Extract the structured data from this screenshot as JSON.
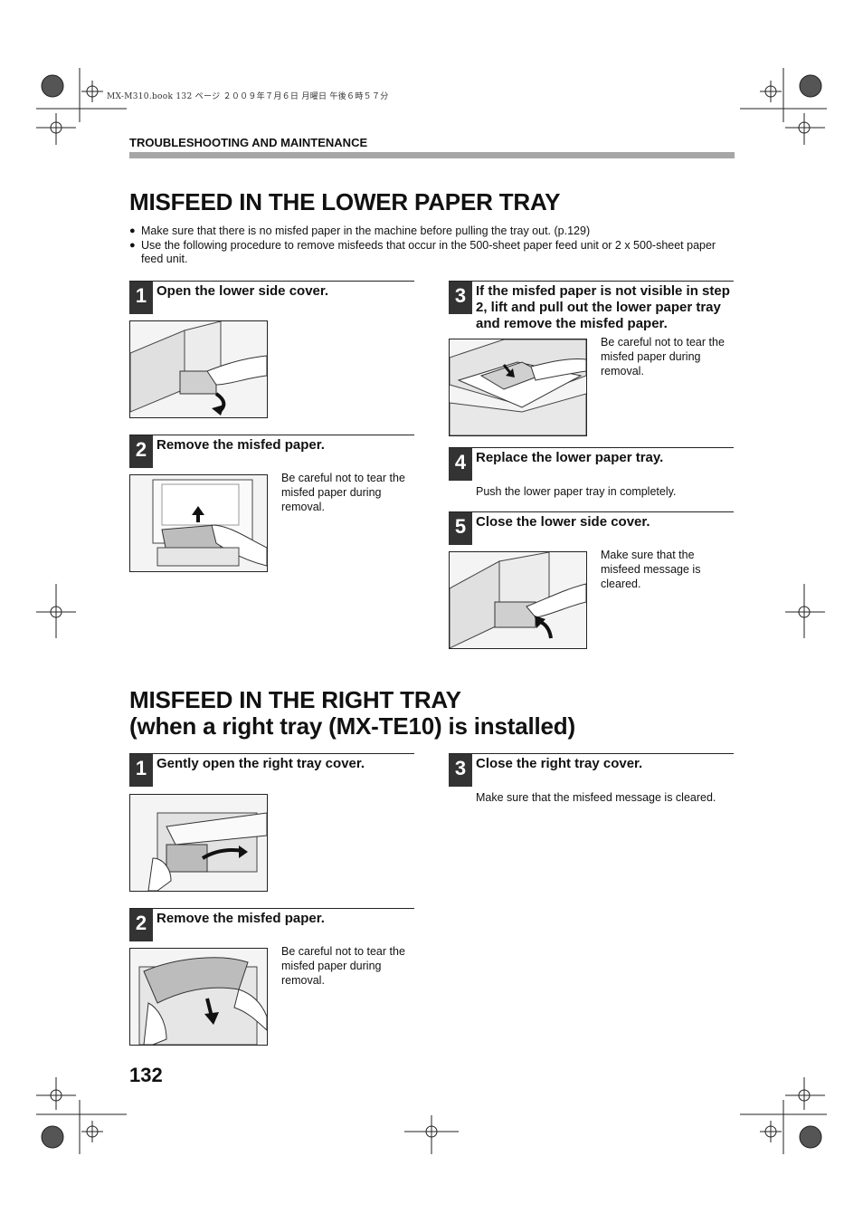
{
  "print_info": "MX-M310.book  132 ページ  ２００９年７月６日  月曜日  午後６時５７分",
  "section_label": "TROUBLESHOOTING AND MAINTENANCE",
  "lower_tray": {
    "title": "MISFEED IN THE LOWER PAPER TRAY",
    "bullets": [
      "Make sure that there is no misfed paper in the machine before pulling the tray out. (p.129)",
      "Use the following procedure to remove misfeeds that occur in the 500-sheet paper feed unit or 2 x 500-sheet paper feed unit."
    ],
    "steps": [
      {
        "num": "1",
        "title": "Open the lower side cover.",
        "note": ""
      },
      {
        "num": "2",
        "title": "Remove the misfed paper.",
        "note": "Be careful not to tear the misfed paper during removal."
      },
      {
        "num": "3",
        "title": "If the misfed paper is not visible in step 2, lift and pull out the lower paper tray and remove the misfed paper.",
        "note": "Be careful not to tear the misfed paper during removal."
      },
      {
        "num": "4",
        "title": "Replace the lower paper tray.",
        "note": "Push the lower paper tray in completely."
      },
      {
        "num": "5",
        "title": "Close the lower side cover.",
        "note": "Make sure that the misfeed message is cleared."
      }
    ]
  },
  "right_tray": {
    "title_line1": "MISFEED IN THE RIGHT TRAY",
    "title_line2": "(when a right tray (MX-TE10) is installed)",
    "steps": [
      {
        "num": "1",
        "title": "Gently open the right tray cover.",
        "note": ""
      },
      {
        "num": "2",
        "title": "Remove the misfed paper.",
        "note": "Be careful not to tear the misfed paper during removal."
      },
      {
        "num": "3",
        "title": "Close the right tray cover.",
        "note": "Make sure that the misfeed message is cleared."
      }
    ]
  },
  "page_number": "132",
  "bullet_glyph": "●"
}
